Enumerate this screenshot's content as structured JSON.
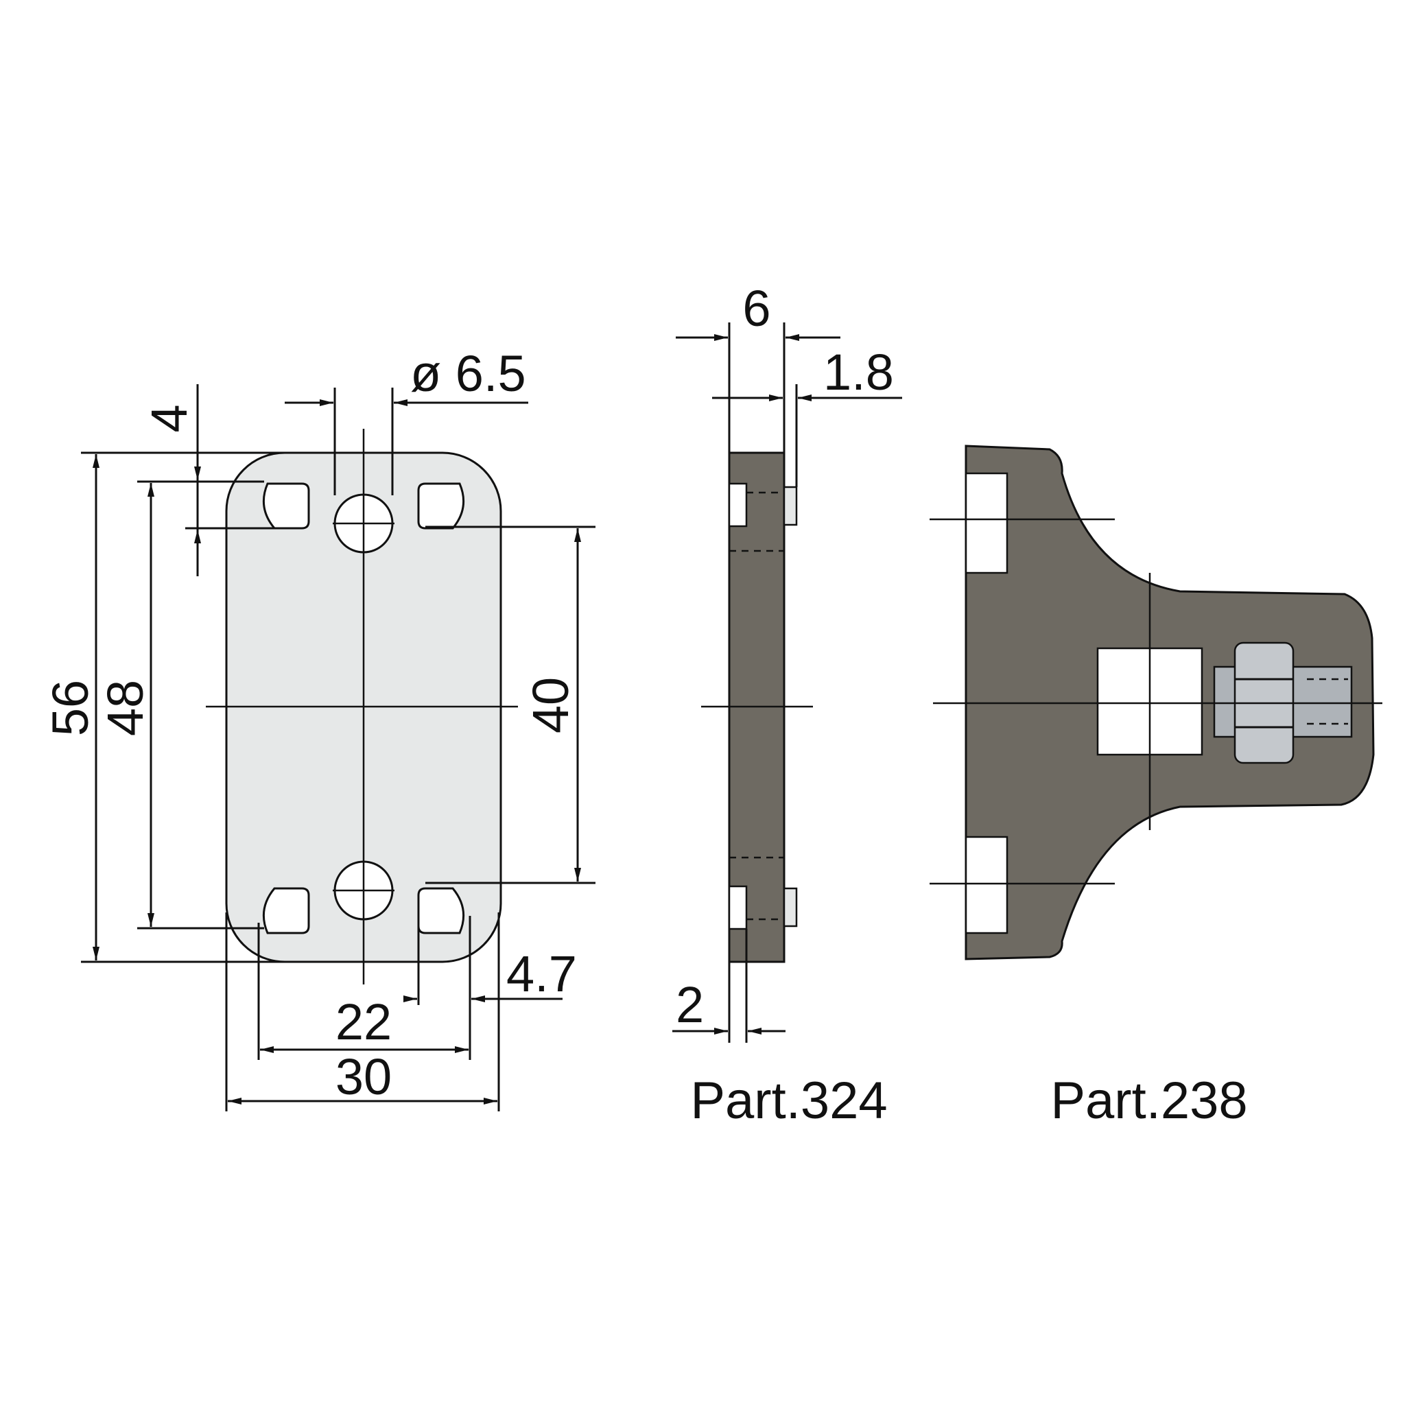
{
  "colors": {
    "plate_fill": "#e6e8e8",
    "section_fill": "#6e6a62",
    "nut_fill": "#aeb3b8",
    "line": "#111111"
  },
  "dimensions": {
    "height_overall": "56",
    "height_slots": "48",
    "height_holes": "40",
    "slot_offset": "4",
    "hole_diameter": "ø 6.5",
    "slot_width": "4.7",
    "width_slots": "22",
    "width_overall": "30",
    "thickness": "6",
    "boss_height": "1.8",
    "wall": "2"
  },
  "labels": {
    "part_a": "Part.324",
    "part_b": "Part.238"
  }
}
